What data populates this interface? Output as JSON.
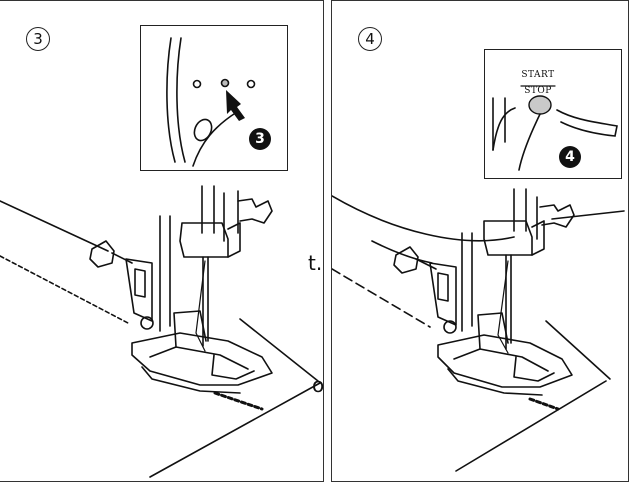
{
  "panels": [
    {
      "step": "3",
      "callout": "3"
    },
    {
      "step": "4",
      "callout": "4",
      "button_top": "START",
      "button_bottom": "STOP"
    }
  ],
  "clipped_text": {
    "a": "t.",
    "b": "o"
  },
  "colors": {
    "line": "#111111",
    "button_fill": "#c9c9c9"
  }
}
